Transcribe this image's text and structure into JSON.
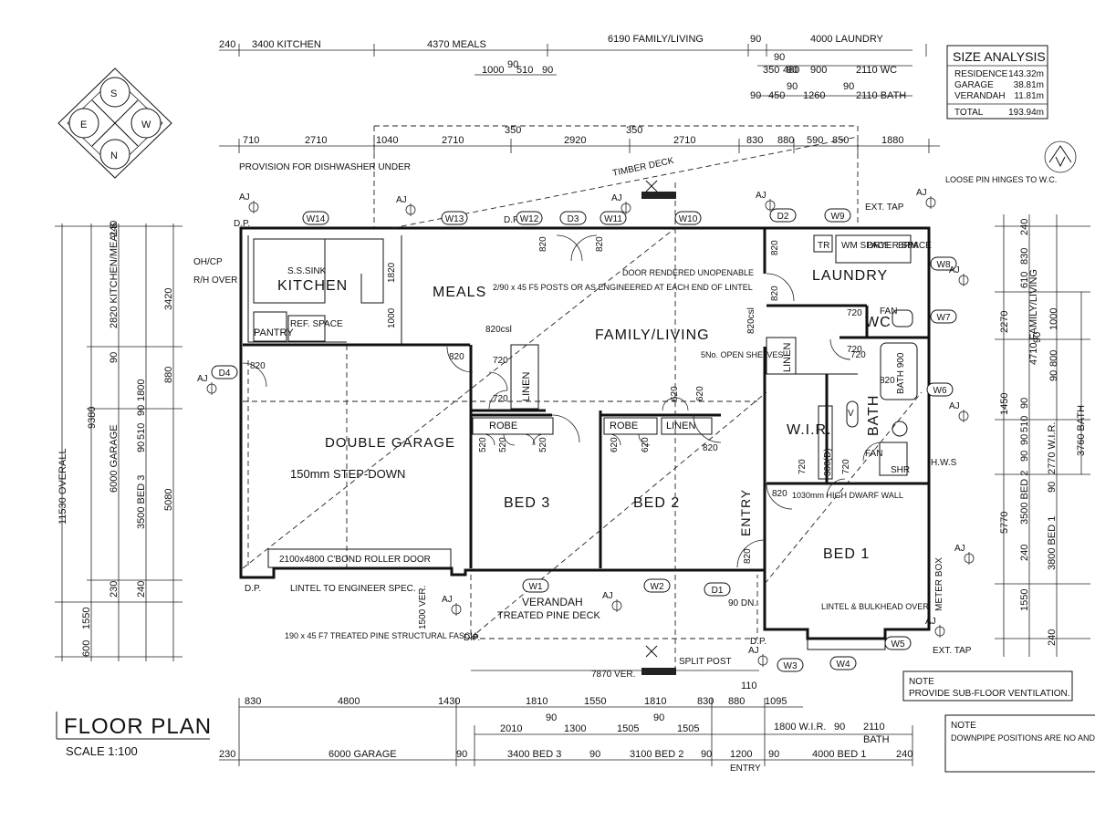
{
  "title": "FLOOR PLAN",
  "scale": "SCALE 1:100",
  "compass": {
    "s": "S",
    "w": "W",
    "e": "E",
    "n": "N"
  },
  "size_analysis": {
    "heading": "SIZE ANALYSIS",
    "rows": [
      {
        "label": "RESIDENCE",
        "value": "143.32m"
      },
      {
        "label": "GARAGE",
        "value": "38.81m"
      },
      {
        "label": "VERANDAH",
        "value": "11.81m"
      }
    ],
    "total": {
      "label": "TOTAL",
      "value": "193.94m"
    }
  },
  "rooms": {
    "kitchen": "KITCHEN",
    "meals": "MEALS",
    "family": "FAMILY/LIVING",
    "laundry": "LAUNDRY",
    "wc": "WC",
    "bath": "BATH",
    "wir": "W.I.R.",
    "bed1": "BED 1",
    "bed2": "BED 2",
    "bed3": "BED 3",
    "garage": "DOUBLE GARAGE",
    "garage_note": "150mm STEP-DOWN",
    "entry": "ENTRY",
    "verandah": "VERANDAH",
    "verandah_note": "TREATED PINE DECK",
    "pantry": "PANTRY",
    "ref": "REF. SPACE",
    "robe": "ROBE",
    "linen": "LINEN",
    "timber_deck": "TIMBER DECK"
  },
  "notes": {
    "dishwasher": "PROVISION FOR DISHWASHER UNDER",
    "oh_cp": "OH/CP",
    "rh_over": "R/H OVER",
    "ss_sink": "S.S.SINK",
    "posts": "2/90 x 45 F5 POSTS OR AS ENGINEERED AT EACH END OF LINTEL",
    "door_rendered": "DOOR RENDERED UNOPENABLE",
    "loose_pin": "LOOSE PIN HINGES TO W.C.",
    "shelves": "5No. OPEN SHELVES",
    "dwarf_wall": "1030mm HIGH DWARF WALL",
    "roller_door": "2100x4800 C'BOND ROLLER DOOR",
    "lintel_eng": "LINTEL TO ENGINEER SPEC.",
    "fascia": "190 x 45 F7 TREATED PINE STRUCTURAL FASCIA",
    "lintel_bulkhead": "LINTEL & BULKHEAD OVER",
    "split_post": "SPLIT POST",
    "meter_box": "METER BOX",
    "hws": "H.W.S",
    "ext_tap": "EXT. TAP",
    "dn": "90 DN.",
    "note_head": "NOTE",
    "note_vent": "PROVIDE SUB-FLOOR VENTILATION.",
    "note2": "DOWNPIPE POSITIONS ARE NO AND MAY VARY DEPENDENT ( CONDITIONS - ALL LOCATIONS",
    "ver_1500": "1500 VER.",
    "ver_7870": "7870 VER.",
    "dp": "D.P.",
    "aj": "AJ",
    "csl1": "820csl",
    "csl2": "820csl",
    "tr": "TR",
    "wm": "WM SPACE",
    "dryer": "DRYER SPACE",
    "brm": "BRM",
    "fan": "FAN",
    "shr": "SHR",
    "bath_size": "BATH 900",
    "v": "V",
    "dim_300": "300(D)"
  },
  "tags": [
    "W14",
    "W13",
    "W12",
    "D3",
    "W11",
    "W10",
    "D2",
    "W9",
    "W8",
    "W7",
    "W6",
    "W5",
    "W4",
    "W3",
    "W2",
    "W1",
    "D1",
    "D4"
  ],
  "overall": "11530 OVERALL",
  "top_dims": {
    "row1": [
      "240",
      "3400 KITCHEN",
      "4370 MEALS",
      "6190 FAMILY/LIVING",
      "90",
      "4000 LAUNDRY"
    ],
    "row1b": [
      "90",
      "90",
      "350",
      "460",
      "900",
      "2110 WC"
    ],
    "row1c": [
      "1000",
      "90",
      "510",
      "90"
    ],
    "row1d": [
      "90",
      "450",
      "90",
      "1260",
      "90",
      "2110 BATH"
    ],
    "row2": [
      "710",
      "2710",
      "1040",
      "2710",
      "350",
      "2920",
      "350",
      "2710",
      "830",
      "880",
      "590",
      "850",
      "1880"
    ]
  },
  "bottom_dims": {
    "row1": [
      "830",
      "4800",
      "1430",
      "1810",
      "1550",
      "1810",
      "830",
      "880",
      "1095",
      "110"
    ],
    "row2": [
      "2010",
      "90",
      "1300",
      "1505",
      "90",
      "1505",
      "1800 W.I.R.",
      "90",
      "2110"
    ],
    "row2b": [
      "BATH"
    ],
    "row3": [
      "230",
      "6000 GARAGE",
      "90",
      "3400 BED 3",
      "90",
      "3100 BED 2",
      "90",
      "1200",
      "90",
      "4000 BED 1",
      "240"
    ],
    "row3b": [
      "ENTRY"
    ]
  },
  "left_dims": [
    "9380",
    "240",
    "2820 KITCHEN/MEALS",
    "3420",
    "90",
    "1800",
    "880",
    "90",
    "510",
    "90",
    "6000 GARAGE",
    "3500 BED 3",
    "5080",
    "230",
    "240",
    "1550",
    "600"
  ],
  "right_dims": [
    "240",
    "830",
    "610",
    "2270",
    "4710 FAMILY/LIVING",
    "1000",
    "90",
    "800",
    "90",
    "1450",
    "90",
    "510",
    "90",
    "2770 W.I.R.",
    "3760 BATH",
    "90",
    "3500 BED 2",
    "90",
    "5770",
    "240",
    "3800 BED 1",
    "1550",
    "240"
  ],
  "door_sizes": [
    "820",
    "820",
    "820",
    "820",
    "720",
    "720",
    "720",
    "720",
    "520",
    "520",
    "520",
    "620",
    "620",
    "620",
    "620",
    "820",
    "820",
    "820",
    "720",
    "720",
    "720",
    "820",
    "820",
    "820",
    "1820",
    "1000"
  ]
}
